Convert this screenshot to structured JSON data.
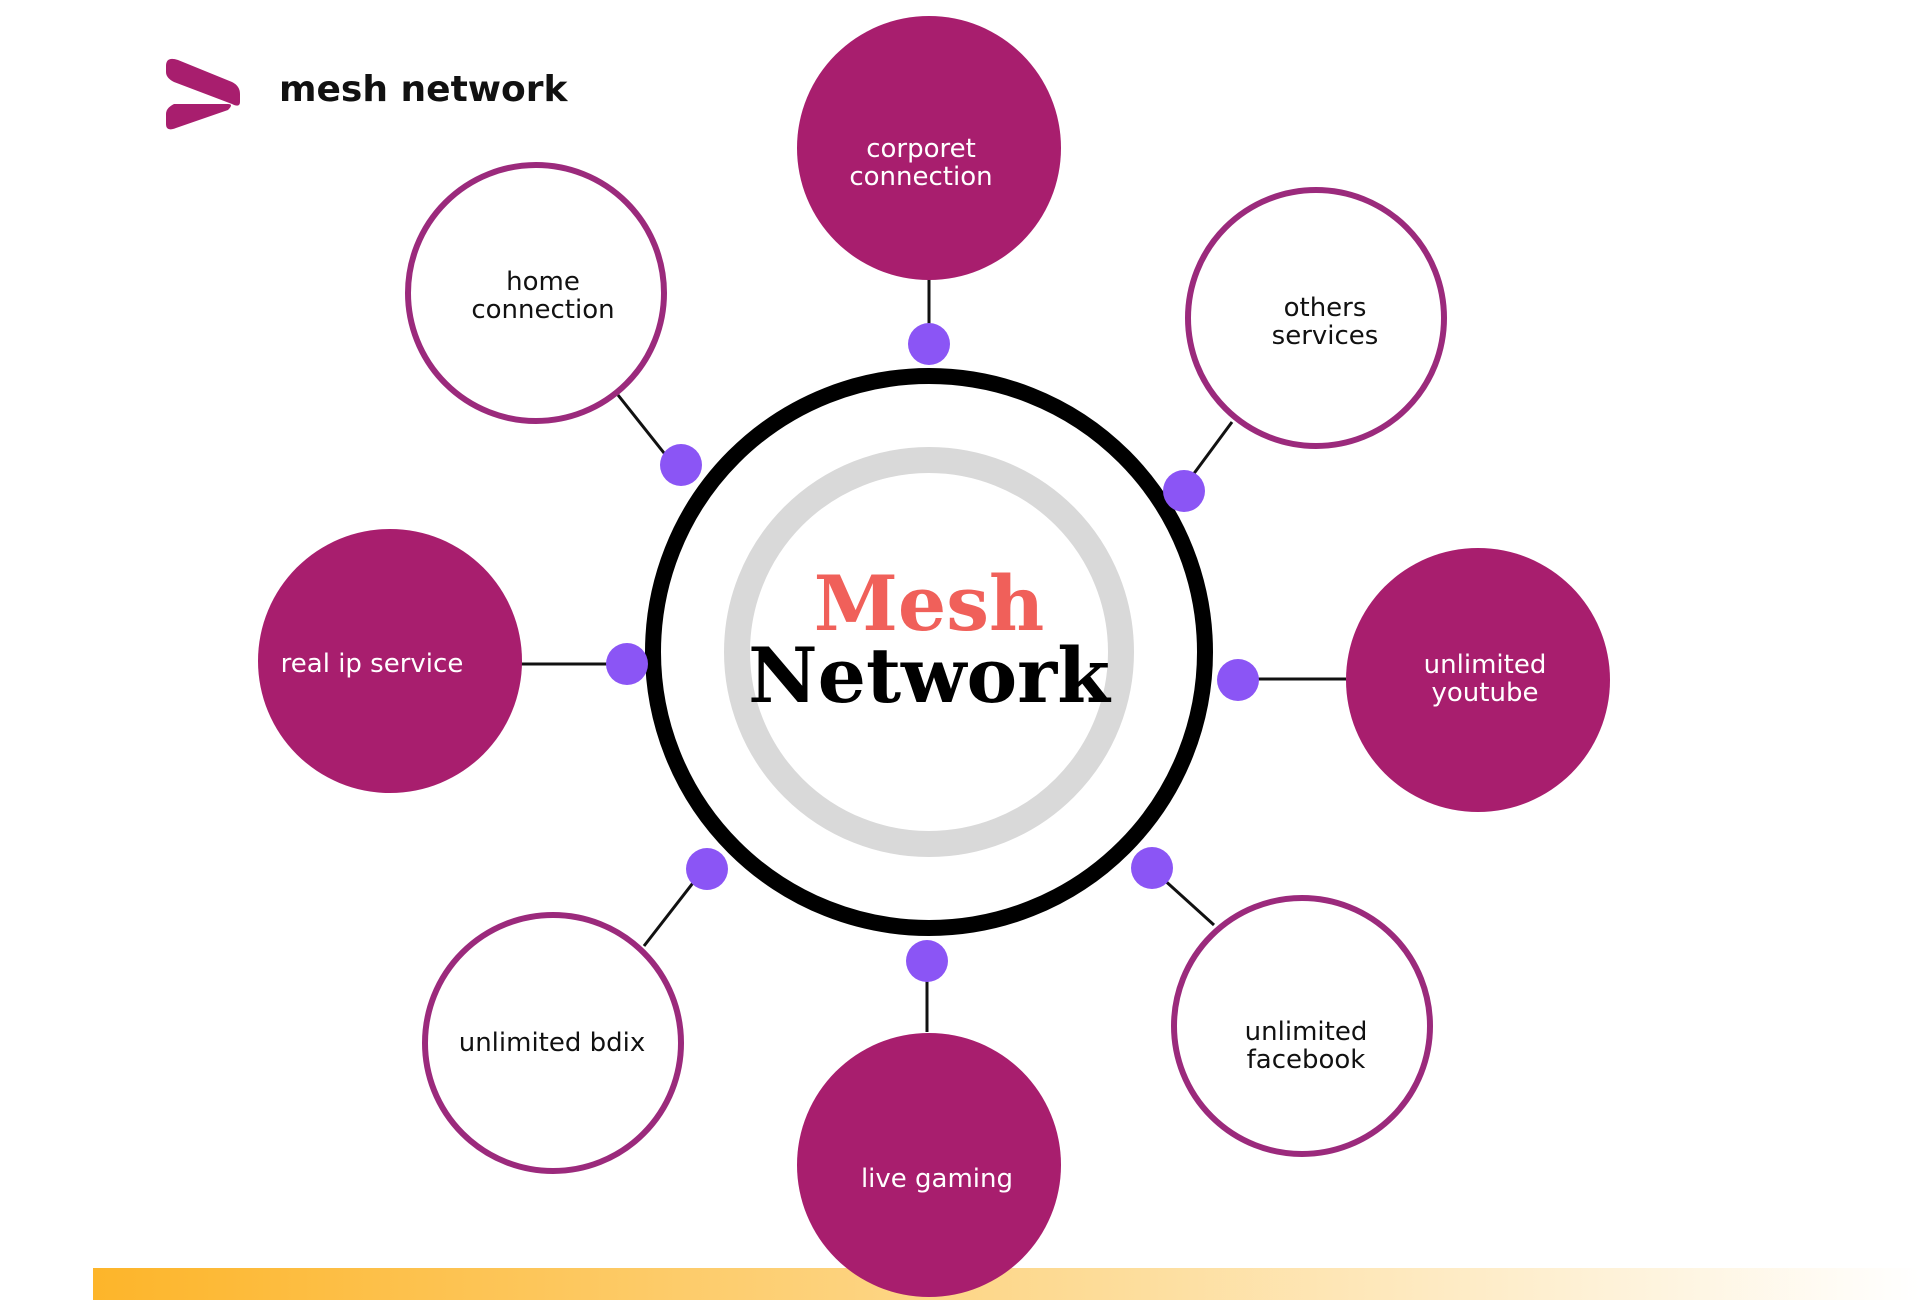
{
  "brand": {
    "name": "mesh network",
    "logo_icon": "play-arrow-logo-icon"
  },
  "hub": {
    "title_line1": "Mesh",
    "title_line2": "Network"
  },
  "nodes": {
    "corporet_connection": {
      "line1": "corporet",
      "line2": "connection"
    },
    "home_connection": {
      "line1": "home",
      "line2": "connection"
    },
    "others_services": {
      "line1": "others",
      "line2": "services"
    },
    "real_ip_service": {
      "line1": "real ip service"
    },
    "unlimited_youtube": {
      "line1": "unlimited",
      "line2": "youtube"
    },
    "unlimited_bdix": {
      "line1": "unlimited bdix"
    },
    "unlimited_facebook": {
      "line1": "unlimited",
      "line2": "facebook"
    },
    "live_gaming": {
      "line1": "live gaming"
    }
  },
  "colors": {
    "brand_magenta": "#A81E6E",
    "outline_magenta": "#9B2A7C",
    "connector_purple": "#8B55F5",
    "hub_ring": "#000000",
    "inner_ring": "#D9D9D9",
    "title_coral": "#F0605A",
    "bottom_band_start": "#FDB52A",
    "bottom_band_end": "#FFFFFF"
  }
}
